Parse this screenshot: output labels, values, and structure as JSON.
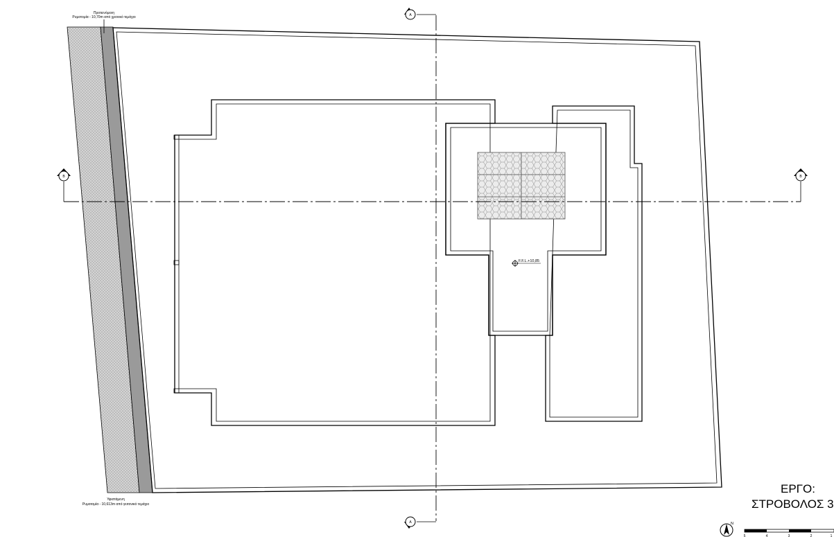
{
  "setbacks": {
    "top_label": "Προτεινόμενη",
    "top_note": "Ρυμοτομία - 10,70m από χρονικό τεμάχιο",
    "bottom_label": "Υφιστάμενη",
    "bottom_note": "Ρυμοτομία - 10,613m από γειτονικό τεμάχιο"
  },
  "section_marks": {
    "a_top": "A",
    "a_bottom": "A",
    "b_left": "B",
    "b_right": "B"
  },
  "level_marker": "F.F.L.+10,85",
  "title_block": {
    "label": "ΕΡΓΟ:",
    "project": "ΣΤΡΟΒΟΛΟΣ 3"
  },
  "north_arrow": "N",
  "scale_bar": [
    "5",
    "4",
    "3",
    "2",
    "1"
  ],
  "colors": {
    "line": "#000000",
    "road_hatch": "#c8c8c8",
    "road_strip": "#9a9a9a",
    "background": "#ffffff"
  }
}
